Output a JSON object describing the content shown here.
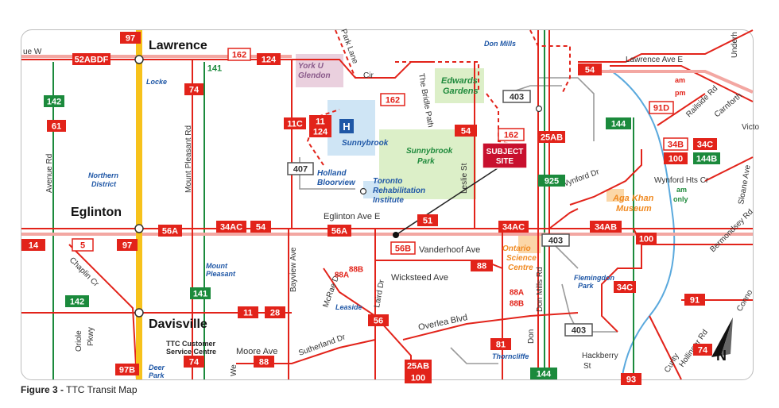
{
  "figure": {
    "label": "Figure 3 -",
    "title": "TTC Transit Map"
  },
  "subject_site": {
    "line1": "SUBJECT",
    "line2": "SITE"
  },
  "stations": [
    {
      "name": "Lawrence"
    },
    {
      "name": "Eglinton"
    },
    {
      "name": "Davisville"
    }
  ],
  "streets": [
    "Lawrence Ave E",
    "Eglinton Ave E",
    "Vanderhoof Ave",
    "Wicksteed Ave",
    "Overlea Blvd",
    "Moore Ave",
    "Sutherland Dr",
    "McRae Dr",
    "Laird Dr",
    "Bayview Ave",
    "Mount Pleasant Rd",
    "Avenue Rd",
    "Chaplin Cr",
    "Oriole",
    "Pkwy",
    "Park Lane",
    "Cir",
    "The Bridle Path",
    "Leslie St",
    "Don Mills Rd",
    "Don",
    "Wynford Dr",
    "Wynford Hts Cr",
    "Railside Rd",
    "Carnforth",
    "Sloane Ave",
    "Bermondsey Rd",
    "Hollinger Rd",
    "Curity",
    "Hackberry",
    "St",
    "Conno",
    "Underh",
    "Victo",
    "ue W",
    "We"
  ],
  "places": [
    "York U",
    "Glendon",
    "Sunnybrook",
    "Holland",
    "Bloorview",
    "Toronto",
    "Rehabilitation",
    "Institute",
    "Sunnybrook",
    "Park",
    "Edwards",
    "Gardens",
    "Don Mills",
    "Northern",
    "District",
    "Locke",
    "Mount",
    "Pleasant",
    "Leaside",
    "TTC Customer",
    "Service Centre",
    "Deer",
    "Park",
    "Aga Khan",
    "Museum",
    "Ontario",
    "Science",
    "Centre",
    "Flemingdon",
    "Park",
    "Thorncliffe",
    "am",
    "pm",
    "am",
    "only"
  ],
  "hospital_symbol": "H",
  "north_label": "N",
  "routes": [
    "97",
    "52ABDF",
    "162",
    "124",
    "74",
    "141",
    "142",
    "61",
    "11C",
    "11",
    "124",
    "407",
    "162",
    "54",
    "162",
    "403",
    "25AB",
    "925",
    "54",
    "144",
    "91D",
    "34B",
    "34C",
    "100",
    "144B",
    "56A",
    "34AC",
    "54",
    "56A",
    "51",
    "34AC",
    "34AB",
    "14",
    "5",
    "97",
    "56B",
    "88",
    "403",
    "100",
    "88A",
    "88B",
    "88A",
    "88B",
    "34C",
    "142",
    "141",
    "11",
    "28",
    "56",
    "91",
    "81",
    "403",
    "97B",
    "74",
    "88",
    "25AB",
    "144",
    "100",
    "93",
    "74"
  ],
  "colors": {
    "route_red": "#e2231a",
    "route_pink": "#f3a7a2",
    "subway_yellow": "#f7c21b",
    "express_green": "#1b8a3c",
    "blue_text": "#1f57a6",
    "water": "#5aa9dd",
    "orange": "#f08a22",
    "park_green": "#dcefc8",
    "hospital_blue": "#cfe5f5"
  }
}
